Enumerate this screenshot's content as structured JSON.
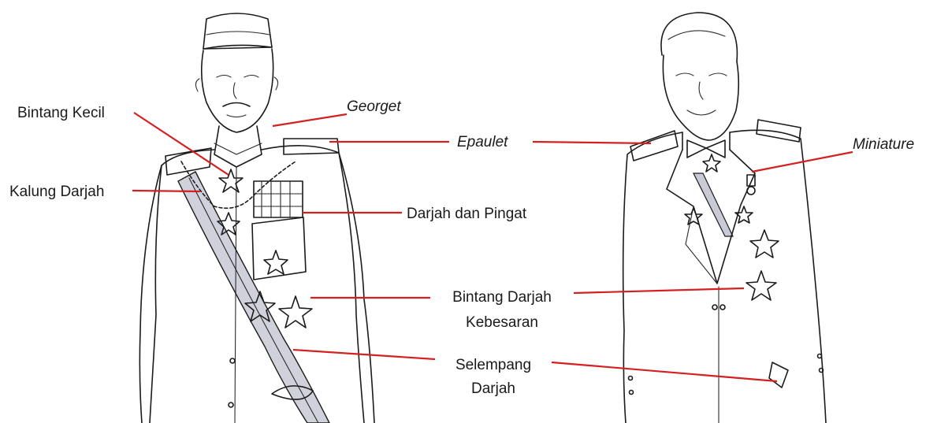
{
  "labels": {
    "bintang_kecil": "Bintang Kecil",
    "georget": "Georget",
    "kalung_darjah": "Kalung Darjah",
    "epaulet": "Epaulet",
    "miniature": "Miniature",
    "darjah_dan_pingat": "Darjah dan Pingat",
    "bintang_darjah_line1": "Bintang Darjah",
    "bintang_darjah_line2": "Kebesaran",
    "selempang_line1": "Selempang",
    "selempang_line2": "Darjah"
  },
  "colors": {
    "leader_line": "#d42020",
    "ink": "#1b1b1b",
    "sash": "#2c2c5a"
  }
}
